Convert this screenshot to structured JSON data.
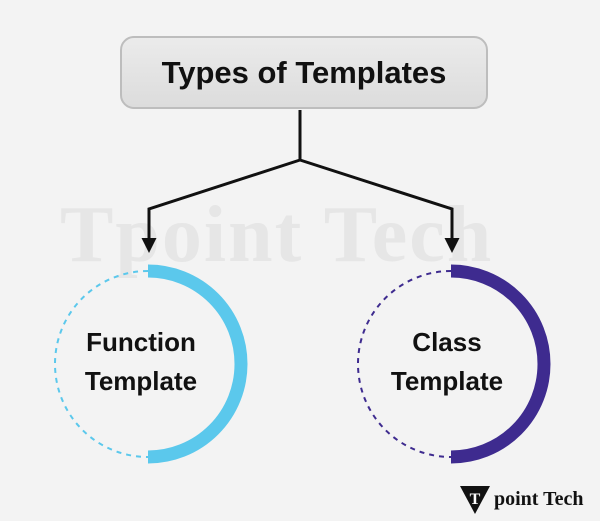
{
  "diagram": {
    "title": "Types of Templates",
    "nodes": [
      {
        "line1": "Function",
        "line2": "Template",
        "color": "#5bc8ec"
      },
      {
        "line1": "Class",
        "line2": "Template",
        "color": "#3e2b8f"
      }
    ]
  },
  "colors": {
    "background": "#f3f3f3",
    "title_box": "#e4e4e4",
    "connector": "#111111"
  },
  "branding": {
    "watermark": "Tpoint Tech",
    "logo_mark": "T",
    "logo_text": "point Tech"
  }
}
